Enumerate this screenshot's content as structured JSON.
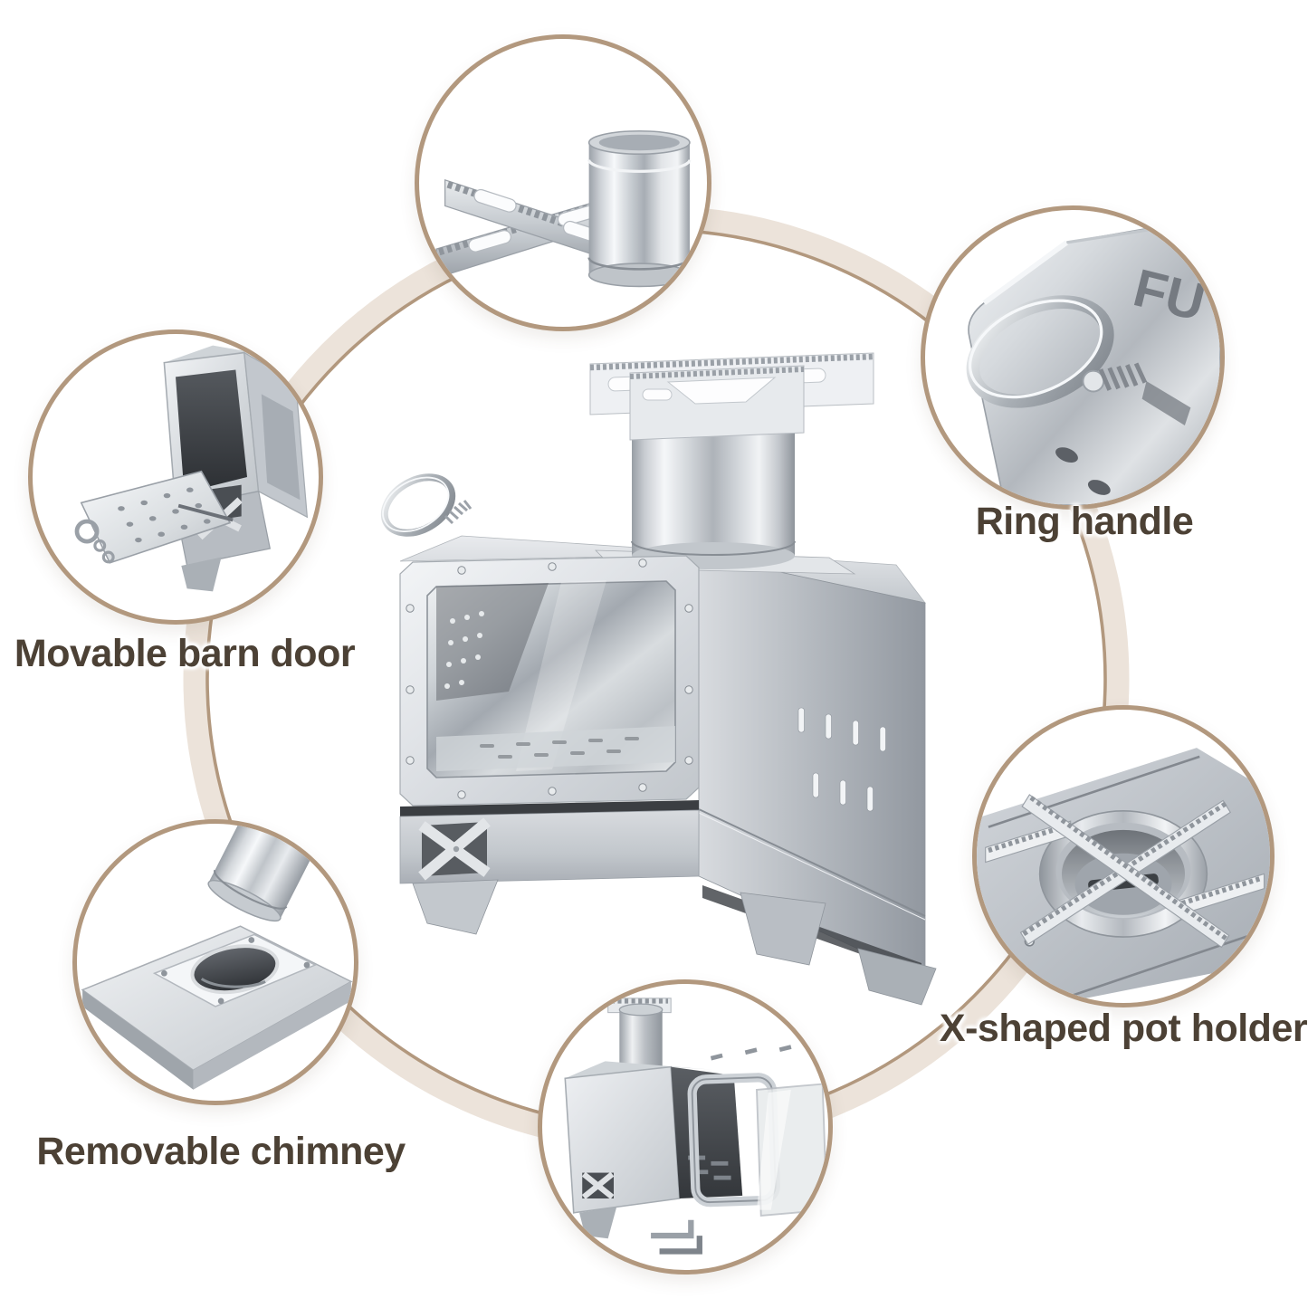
{
  "page": {
    "background_color": "#ffffff",
    "ring_band_color": "#ece3da",
    "ring_edge_color": "#b2987e",
    "circle_border_color": "#b2987e",
    "label_color": "#4c4135"
  },
  "brand_fragment": "FU",
  "labels": {
    "movable_barn_door": "Movable barn door",
    "ring_handle": "Ring handle",
    "x_shaped_pot_holder": "X-shaped pot holder",
    "removable_chimney": "Removable chimney"
  },
  "illustrations": {
    "center": "stainless-camp-stove-with-glass-window-chimney-and-serrated-pot-holder",
    "top_circle": "x-pot-holder-part-and-chimney-section",
    "right_upper_circle": "ring-handle-closeup-on-panel",
    "left_circle": "stove-with-barn-door-folded-open",
    "bottom_left_circle": "chimney-tube-lifted-from-top-socket",
    "bottom_center_circle": "door-frame-and-glass-disassembled-with-allen-keys",
    "bottom_right_circle": "x-pot-holder-mounted-in-chimney-top-view"
  }
}
